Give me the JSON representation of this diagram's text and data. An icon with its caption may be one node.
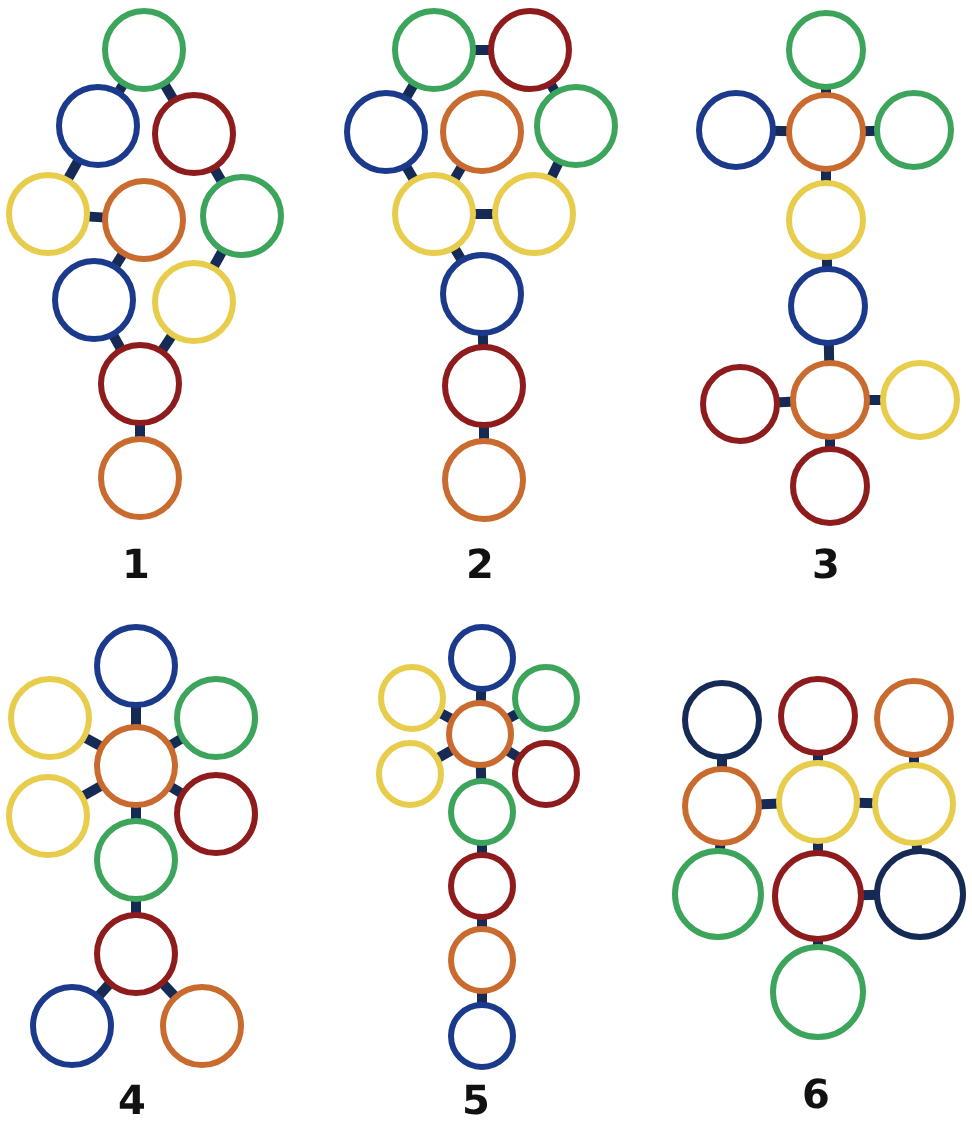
{
  "diagram": {
    "nodes": [
      {
        "text": [],
        "shape": "circle"
      },
      {
        "text": [],
        "shape": "circle"
      },
      {
        "text": [],
        "shape": "circle"
      },
      {
        "text": [],
        "shape": "circle"
      },
      {
        "text": [],
        "shape": "circle"
      },
      {
        "text": [],
        "shape": "circle"
      },
      {
        "text": [],
        "shape": "circle"
      },
      {
        "text": [],
        "shape": "circle"
      },
      {
        "text": [],
        "shape": "circle"
      },
      {
        "text": [],
        "shape": "circle"
      },
      {
        "text": [],
        "shape": "circle"
      },
      {
        "text": [],
        "shape": "circle"
      },
      {
        "text": [],
        "shape": "circle"
      },
      {
        "text": [],
        "shape": "circle"
      },
      {
        "text": [],
        "shape": "circle"
      },
      {
        "text": [],
        "shape": "circle"
      },
      {
        "text": [],
        "shape": "circle"
      },
      {
        "text": [],
        "shape": "circle"
      },
      {
        "text": [],
        "shape": "circle"
      },
      {
        "text": [],
        "shape": "circle"
      },
      {
        "text": [],
        "shape": "circle"
      },
      {
        "text": [],
        "shape": "circle"
      },
      {
        "text": [],
        "shape": "circle"
      },
      {
        "text": [],
        "shape": "circle"
      },
      {
        "text": [],
        "shape": "circle"
      },
      {
        "text": [],
        "shape": "circle"
      },
      {
        "text": [],
        "shape": "circle"
      },
      {
        "text": [],
        "shape": "circle"
      },
      {
        "text": [],
        "shape": "circle"
      },
      {
        "text": [],
        "shape": "circle"
      },
      {
        "text": [],
        "shape": "circle"
      },
      {
        "text": [],
        "shape": "circle"
      },
      {
        "text": [],
        "shape": "circle"
      },
      {
        "text": [],
        "shape": "circle"
      },
      {
        "text": [],
        "shape": "circle"
      },
      {
        "text": [],
        "shape": "circle"
      },
      {
        "text": [],
        "shape": "circle"
      },
      {
        "text": [],
        "shape": "circle"
      },
      {
        "text": [],
        "shape": "circle"
      },
      {
        "text": [],
        "shape": "circle"
      },
      {
        "text": [],
        "shape": "circle"
      },
      {
        "text": [],
        "shape": "circle"
      },
      {
        "text": [],
        "shape": "circle"
      },
      {
        "text": [],
        "shape": "circle"
      },
      {
        "text": [],
        "shape": "circle"
      },
      {
        "text": [],
        "shape": "circle"
      },
      {
        "text": [],
        "shape": "circle"
      },
      {
        "text": [],
        "shape": "circle"
      },
      {
        "text": [],
        "shape": "circle"
      },
      {
        "text": [],
        "shape": "circle"
      },
      {
        "text": [],
        "shape": "circle"
      },
      {
        "text": [],
        "shape": "circle"
      },
      {
        "text": [],
        "shape": "circle"
      },
      {
        "text": [],
        "shape": "circle"
      },
      {
        "text": [],
        "shape": "circle"
      },
      {
        "text": [],
        "shape": "circle"
      },
      {
        "text": [],
        "shape": "circle"
      },
      {
        "text": [],
        "shape": "circle"
      },
      {
        "text": [],
        "shape": "circle"
      },
      {
        "text": [],
        "shape": "circle"
      }
    ],
    "edges": [
      {
        "from": 0,
        "to": 1,
        "arrow": "none"
      },
      {
        "from": 0,
        "to": 2,
        "arrow": "none"
      },
      {
        "from": 1,
        "to": 3,
        "arrow": "none"
      },
      {
        "from": 3,
        "to": 4,
        "arrow": "none"
      },
      {
        "from": 4,
        "to": 6,
        "arrow": "none"
      },
      {
        "from": 2,
        "to": 5,
        "arrow": "none"
      },
      {
        "from": 5,
        "to": 7,
        "arrow": "none"
      },
      {
        "from": 6,
        "to": 8,
        "arrow": "none"
      },
      {
        "from": 7,
        "to": 8,
        "arrow": "none"
      },
      {
        "from": 8,
        "to": 9,
        "arrow": "none"
      },
      {
        "from": 10,
        "to": 11,
        "arrow": "none"
      },
      {
        "from": 10,
        "to": 12,
        "arrow": "none"
      },
      {
        "from": 11,
        "to": 14,
        "arrow": "none"
      },
      {
        "from": 12,
        "to": 15,
        "arrow": "none"
      },
      {
        "from": 13,
        "to": 15,
        "arrow": "none"
      },
      {
        "from": 15,
        "to": 16,
        "arrow": "none"
      },
      {
        "from": 14,
        "to": 16,
        "arrow": "none"
      },
      {
        "from": 15,
        "to": 17,
        "arrow": "none"
      },
      {
        "from": 17,
        "to": 18,
        "arrow": "none"
      },
      {
        "from": 18,
        "to": 19,
        "arrow": "none"
      },
      {
        "from": 20,
        "to": 22,
        "arrow": "none"
      },
      {
        "from": 21,
        "to": 22,
        "arrow": "none"
      },
      {
        "from": 22,
        "to": 23,
        "arrow": "none"
      },
      {
        "from": 22,
        "to": 24,
        "arrow": "none"
      },
      {
        "from": 24,
        "to": 25,
        "arrow": "none"
      },
      {
        "from": 25,
        "to": 27,
        "arrow": "none"
      },
      {
        "from": 26,
        "to": 27,
        "arrow": "none"
      },
      {
        "from": 27,
        "to": 28,
        "arrow": "none"
      },
      {
        "from": 27,
        "to": 29,
        "arrow": "none"
      },
      {
        "from": 30,
        "to": 33,
        "arrow": "none"
      },
      {
        "from": 31,
        "to": 33,
        "arrow": "none"
      },
      {
        "from": 32,
        "to": 33,
        "arrow": "none"
      },
      {
        "from": 34,
        "to": 33,
        "arrow": "none"
      },
      {
        "from": 35,
        "to": 33,
        "arrow": "none"
      },
      {
        "from": 33,
        "to": 36,
        "arrow": "none"
      },
      {
        "from": 36,
        "to": 37,
        "arrow": "none"
      },
      {
        "from": 37,
        "to": 38,
        "arrow": "none"
      },
      {
        "from": 37,
        "to": 39,
        "arrow": "none"
      },
      {
        "from": 40,
        "to": 43,
        "arrow": "none"
      },
      {
        "from": 41,
        "to": 43,
        "arrow": "none"
      },
      {
        "from": 42,
        "to": 43,
        "arrow": "none"
      },
      {
        "from": 44,
        "to": 43,
        "arrow": "none"
      },
      {
        "from": 45,
        "to": 43,
        "arrow": "none"
      },
      {
        "from": 43,
        "to": 46,
        "arrow": "none"
      },
      {
        "from": 46,
        "to": 47,
        "arrow": "none"
      },
      {
        "from": 47,
        "to": 48,
        "arrow": "none"
      },
      {
        "from": 48,
        "to": 49,
        "arrow": "none"
      },
      {
        "from": 50,
        "to": 53,
        "arrow": "none"
      },
      {
        "from": 51,
        "to": 54,
        "arrow": "none"
      },
      {
        "from": 52,
        "to": 55,
        "arrow": "none"
      },
      {
        "from": 53,
        "to": 54,
        "arrow": "none"
      },
      {
        "from": 54,
        "to": 55,
        "arrow": "none"
      },
      {
        "from": 53,
        "to": 56,
        "arrow": "none"
      },
      {
        "from": 54,
        "to": 57,
        "arrow": "none"
      },
      {
        "from": 55,
        "to": 58,
        "arrow": "none"
      },
      {
        "from": 57,
        "to": 58,
        "arrow": "none"
      },
      {
        "from": 57,
        "to": 59,
        "arrow": "none"
      }
    ],
    "labels": [
      "1",
      "2",
      "3",
      "4",
      "5",
      "6"
    ]
  }
}
